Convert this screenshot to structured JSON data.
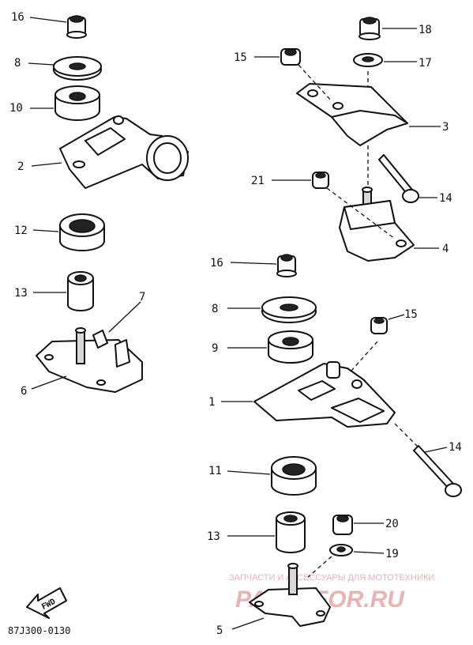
{
  "labels": {
    "c1": "1",
    "c2": "2",
    "c3": "3",
    "c4": "4",
    "c5": "5",
    "c6": "6",
    "c7": "7",
    "c8a": "8",
    "c8b": "8",
    "c9": "9",
    "c10": "10",
    "c11": "11",
    "c12": "12",
    "c13a": "13",
    "c13b": "13",
    "c14a": "14",
    "c14b": "14",
    "c15a": "15",
    "c15b": "15",
    "c16a": "16",
    "c16b": "16",
    "c17": "17",
    "c18": "18",
    "c19": "19",
    "c20": "20",
    "c21": "21"
  },
  "diagram_code": "87J300-0130",
  "fwd_label": "FWD",
  "watermark": {
    "caption": "ЗАПЧАСТИ И АКСЕССУАРЫ ДЛЯ МОТОТЕХНИКИ",
    "site": "PARTSFOR.RU"
  },
  "colors": {
    "line": "#111111",
    "watermark": "#e9b3b3"
  }
}
